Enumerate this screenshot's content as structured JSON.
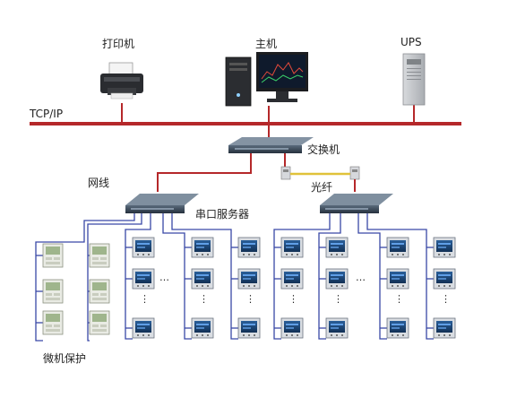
{
  "labels": {
    "printer": "打印机",
    "host": "主机",
    "ups": "UPS",
    "tcpip": "TCP/IP",
    "switch": "交换机",
    "fiber": "光纤",
    "cable": "网线",
    "serial_server": "串口服务器",
    "micro_protection": "微机保护"
  },
  "ellipsis": "…",
  "vdots": "⋮",
  "colors": {
    "bus": "#b5282a",
    "wire": "#3948a6",
    "fiber": "#e0c23a",
    "device_dark": "#1f3a5c"
  }
}
